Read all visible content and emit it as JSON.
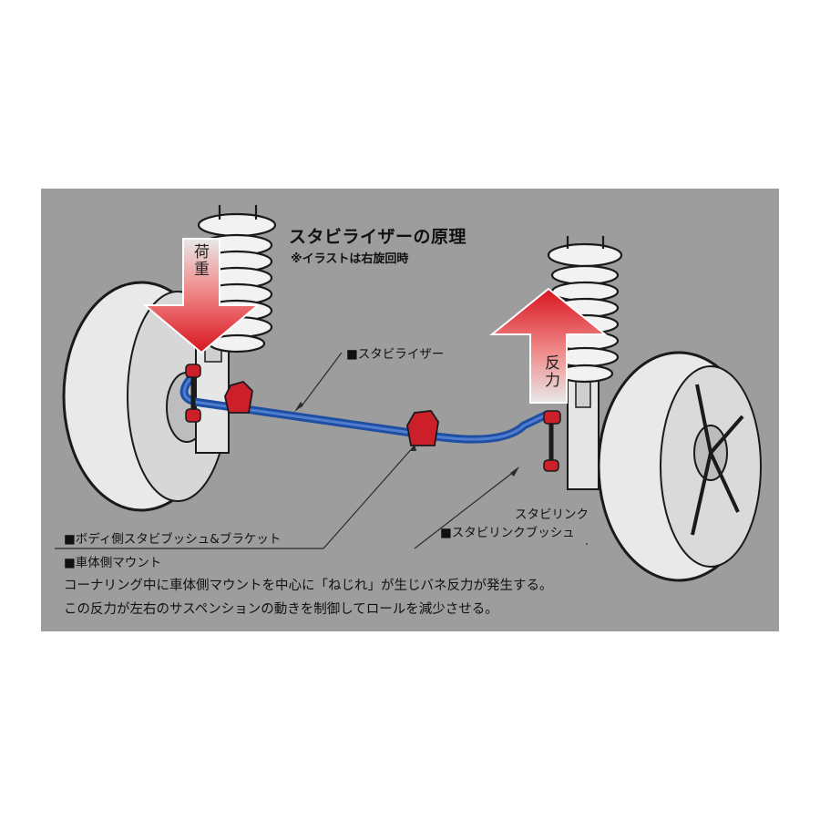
{
  "title": "スタビライザーの原理",
  "subtitle": "※イラストは右旋回時",
  "arrow_load_label": "荷重",
  "arrow_reaction_label": "反力",
  "callouts": {
    "stabilizer": "■スタビライザー",
    "stabilink": "スタビリンク",
    "stabilink_bush": "■スタビリンクブッシュ",
    "body_bush_bracket": "■ボディ側スタビブッシュ&ブラケット",
    "body_mount": "■車体側マウント"
  },
  "description": [
    "コーナリング中に車体側マウントを中心に「ねじれ」が生じバネ反力が発生する。",
    "この反力が左右のサスペンションの動きを制御してロールを減少させる。"
  ],
  "colors": {
    "background": "#9d9d9d",
    "stabilizer_bar": "#1f4fa3",
    "red_parts": "#cc1f2a",
    "arrow_red": "#e0242b",
    "tire": "#e6e6e6"
  }
}
